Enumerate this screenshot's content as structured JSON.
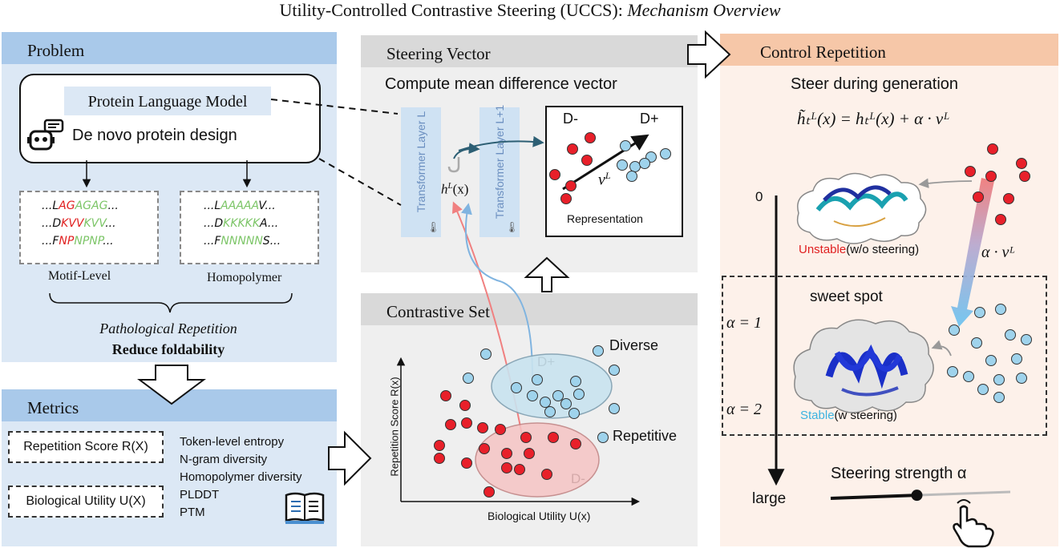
{
  "title": {
    "main": "Utility-Controlled Contrastive Steering (UCCS): ",
    "italic": "Mechanism Overview"
  },
  "problem": {
    "header": "Problem",
    "model_label": "Protein Language Model",
    "task_label": "De novo protein design",
    "motif_sequences": [
      {
        "pre": "...",
        "a": "L",
        "b": "AG",
        "c": "AGAG",
        "post": "..."
      },
      {
        "pre": "...",
        "a": "D",
        "b": "KVV",
        "c": "KVV",
        "post": "..."
      },
      {
        "pre": "...",
        "a": "F",
        "b": "NP",
        "c": "NPNP",
        "post": "..."
      }
    ],
    "homopolymer_sequences": [
      {
        "pre": "...",
        "a": "L",
        "b": "AAAAA",
        "c": "V",
        "post": "..."
      },
      {
        "pre": "...",
        "a": "D",
        "b": "KKKKK",
        "c": "A",
        "post": "..."
      },
      {
        "pre": "...",
        "a": "F",
        "b": "NNNNN",
        "c": "S",
        "post": "..."
      }
    ],
    "motif_label": "Motif-Level",
    "homopolymer_label": "Homopolymer",
    "pathology": "Pathological Repetition",
    "consequence": "Reduce foldability"
  },
  "metrics": {
    "header": "Metrics",
    "box1": "Repetition Score R(X)",
    "box2": "Biological Utility U(X)",
    "list": [
      "Token-level entropy",
      "N-gram diversity",
      "Homopolymer diversity",
      "PLDDT",
      "PTM"
    ]
  },
  "steering": {
    "header": "Steering Vector",
    "subtitle": "Compute mean difference vector",
    "layer_l": "Transformer Layer L",
    "layer_l1": "Transformer Layer L+1",
    "hidden": "h",
    "hidden_sup": "L",
    "hidden_arg": "(x)",
    "rep_neg": "D-",
    "rep_pos": "D+",
    "vec": "v",
    "vec_sup": "L",
    "rep_label": "Representation"
  },
  "contrastive": {
    "header": "Contrastive Set",
    "diverse": "Diverse",
    "repetitive": "Repetitive",
    "d_plus": "D+",
    "d_minus": "D-",
    "ylabel": "Repetition Score R(x)",
    "xlabel": "Biological Utility U(x)"
  },
  "control": {
    "header": "Control Repetition",
    "subtitle": "Steer during generation",
    "formula_lhs": "h̃ₜᴸ(x) = hₜᴸ(x) + α · vᴸ",
    "axis_0": "0",
    "axis_a1": "α = 1",
    "axis_a2": "α = 2",
    "axis_large": "large",
    "unstable_word": "Unstable",
    "unstable_rest": "(w/o steering)",
    "stable_word": "Stable",
    "stable_rest": "(w steering)",
    "sweet_spot": "sweet spot",
    "alpha_v": "α · vᴸ",
    "strength": "Steering strength α",
    "slider_value": 0.48
  },
  "colors": {
    "panel_blue": "#dce8f5",
    "header_blue": "#a9c9ea",
    "panel_gray": "#efefef",
    "header_gray": "#d9d9d9",
    "panel_peach": "#fdf1ea",
    "header_peach": "#f6c7a8",
    "dot_red": "#e8202a",
    "dot_blue": "#9fd3ec",
    "stable_cyan": "#3bb3e0",
    "unstable_red": "#e02020"
  }
}
